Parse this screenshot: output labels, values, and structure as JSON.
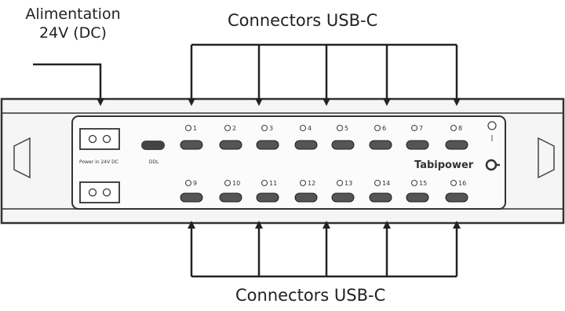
{
  "labels": {
    "power_line1": "Alimentation",
    "power_line2": "24V (DC)",
    "usb_top": "Connectors USB-C",
    "usb_bottom": "Connectors USB-C"
  },
  "device": {
    "brand": "Tabipower",
    "power_jack_caption": "Power in 24V DC",
    "ddl_port_caption": "DDL",
    "top_port_numbers": [
      "1",
      "2",
      "3",
      "4",
      "5",
      "6",
      "7",
      "8"
    ],
    "bottom_port_numbers": [
      "9",
      "10",
      "11",
      "12",
      "13",
      "14",
      "15",
      "16"
    ]
  },
  "colors": {
    "line": "#222222",
    "housing": "#f4f4f4",
    "port_fill": "#555555"
  },
  "icons": {
    "arrow": "arrow-head-icon",
    "led": "led-indicator-icon",
    "logo": "tabipower-logo-icon"
  }
}
